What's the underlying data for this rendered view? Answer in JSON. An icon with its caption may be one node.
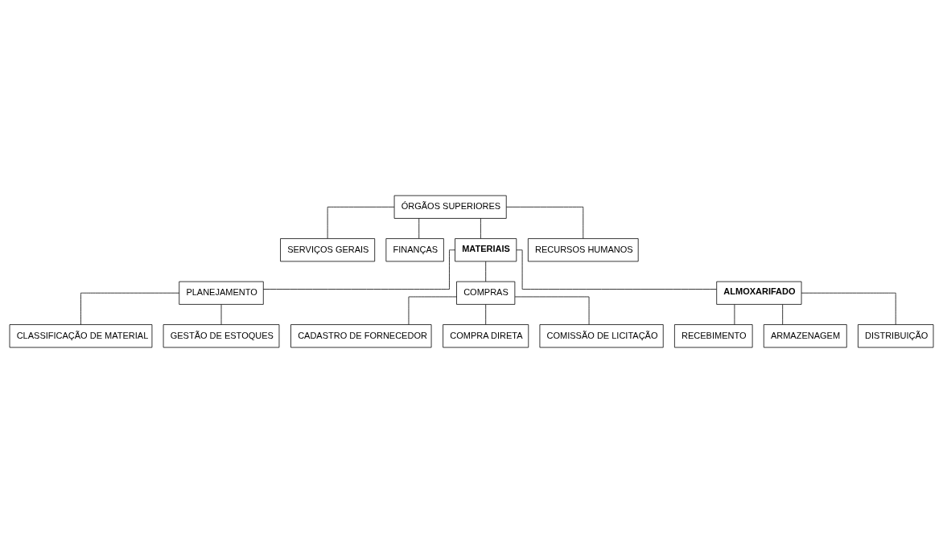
{
  "diagram": {
    "nodes": [
      {
        "text": [
          "ÓRGÃOS SUPERIORES"
        ]
      },
      {
        "text": [
          "SERVIÇOS GERAIS"
        ]
      },
      {
        "text": [
          "FINANÇAS"
        ]
      },
      {
        "text": [
          "MATERIAIS"
        ]
      },
      {
        "text": [
          "RECURSOS HUMANOS"
        ]
      },
      {
        "text": [
          "PLANEJAMENTO"
        ]
      },
      {
        "text": [
          "COMPRAS"
        ]
      },
      {
        "text": [
          "ALMOXARIFADO"
        ]
      },
      {
        "text": [
          "CLASSIFICAÇÃO DE MATERIAL"
        ]
      },
      {
        "text": [
          "GESTÃO DE ESTOQUES"
        ]
      },
      {
        "text": [
          "CADASTRO DE FORNECEDOR"
        ]
      },
      {
        "text": [
          "COMPRA DIRETA"
        ]
      },
      {
        "text": [
          "COMISSÃO DE LICITAÇÃO"
        ]
      },
      {
        "text": [
          "RECEBIMENTO"
        ]
      },
      {
        "text": [
          "ARMAZENAGEM"
        ]
      },
      {
        "text": [
          "DISTRIBUIÇÃO"
        ]
      }
    ],
    "edges": [
      {
        "from": 0,
        "to": 1,
        "arrow": "none"
      },
      {
        "from": 0,
        "to": 2,
        "arrow": "none"
      },
      {
        "from": 0,
        "to": 3,
        "arrow": "none"
      },
      {
        "from": 0,
        "to": 4,
        "arrow": "none"
      },
      {
        "from": 3,
        "to": 5,
        "arrow": "none"
      },
      {
        "from": 3,
        "to": 6,
        "arrow": "none"
      },
      {
        "from": 3,
        "to": 7,
        "arrow": "none"
      },
      {
        "from": 5,
        "to": 8,
        "arrow": "none"
      },
      {
        "from": 5,
        "to": 9,
        "arrow": "none"
      },
      {
        "from": 6,
        "to": 10,
        "arrow": "none"
      },
      {
        "from": 6,
        "to": 11,
        "arrow": "none"
      },
      {
        "from": 6,
        "to": 12,
        "arrow": "none"
      },
      {
        "from": 7,
        "to": 13,
        "arrow": "none"
      },
      {
        "from": 7,
        "to": 14,
        "arrow": "none"
      },
      {
        "from": 7,
        "to": 15,
        "arrow": "none"
      }
    ]
  }
}
